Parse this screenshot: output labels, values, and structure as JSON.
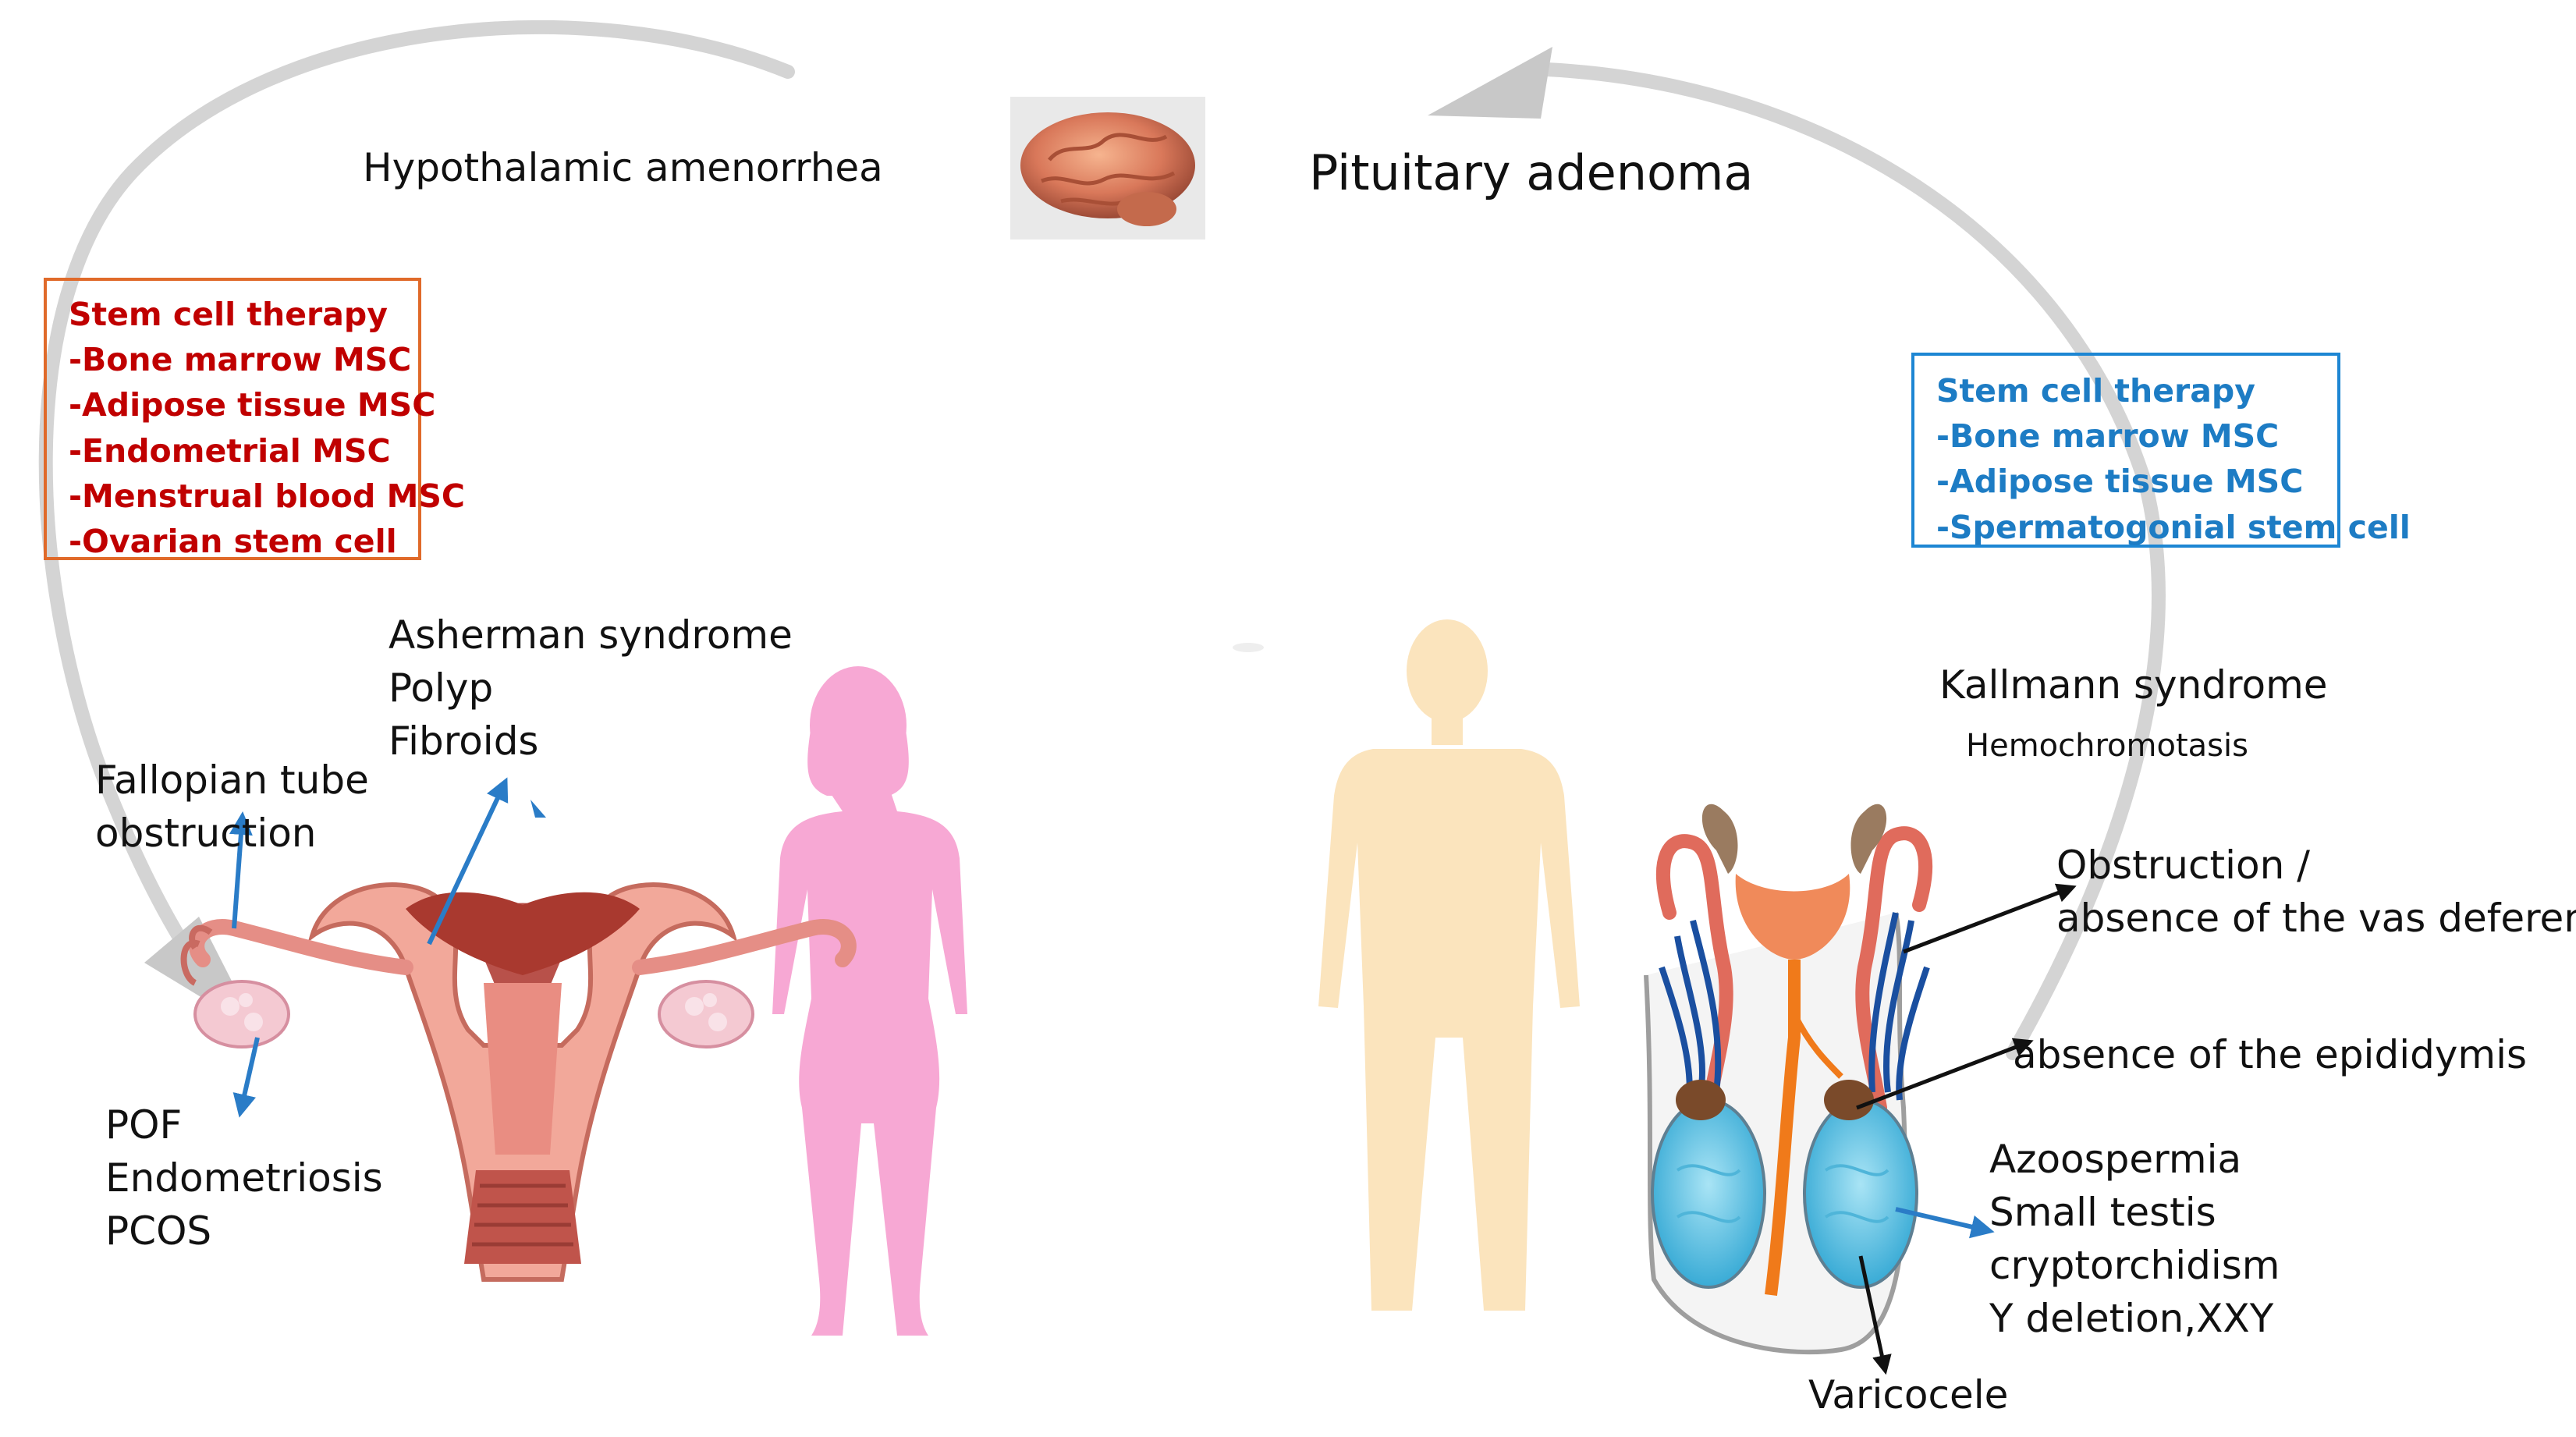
{
  "colors": {
    "female_box_border": "#e06a2a",
    "female_box_text": "#c00000",
    "male_box_border": "#1d86d3",
    "male_box_text": "#1d7cc4",
    "cycle_arrow": "#c8c8c8",
    "pointer_blue": "#2a7cc7",
    "pointer_black": "#111111",
    "female_silhouette": "#f7a8d4",
    "male_silhouette": "#fbe4bd"
  },
  "icons": [
    "brain-image",
    "female-silhouette",
    "male-silhouette",
    "uterus-illustration",
    "male-reproductive-illustration",
    "cycle-arrow"
  ],
  "top": {
    "hypothalamic": "Hypothalamic amenorrhea",
    "pituitary": "Pituitary adenoma"
  },
  "female": {
    "therapy_box": [
      "Stem cell therapy",
      "-Bone marrow MSC",
      "-Adipose tissue MSC",
      "-Endometrial MSC",
      "-Menstrual blood MSC",
      "-Ovarian stem cell"
    ],
    "uterine": [
      "Asherman syndrome",
      "Polyp",
      "Fibroids"
    ],
    "tube": [
      "Fallopian tube",
      "obstruction"
    ],
    "ovary": [
      "POF",
      "Endometriosis",
      "PCOS"
    ]
  },
  "male": {
    "therapy_box": [
      "Stem cell therapy",
      "-Bone marrow MSC",
      "-Adipose tissue MSC",
      "-Spermatogonial stem cell"
    ],
    "kallmann": "Kallmann syndrome",
    "hemo": "Hemochromotasis",
    "obstruction": [
      "Obstruction /",
      "absence of the vas deferens"
    ],
    "epididymis": "absence of the epididymis",
    "testis": [
      "Azoospermia",
      "Small testis",
      "cryptorchidism",
      "Y deletion,XXY"
    ],
    "varicocele": "Varicocele"
  }
}
